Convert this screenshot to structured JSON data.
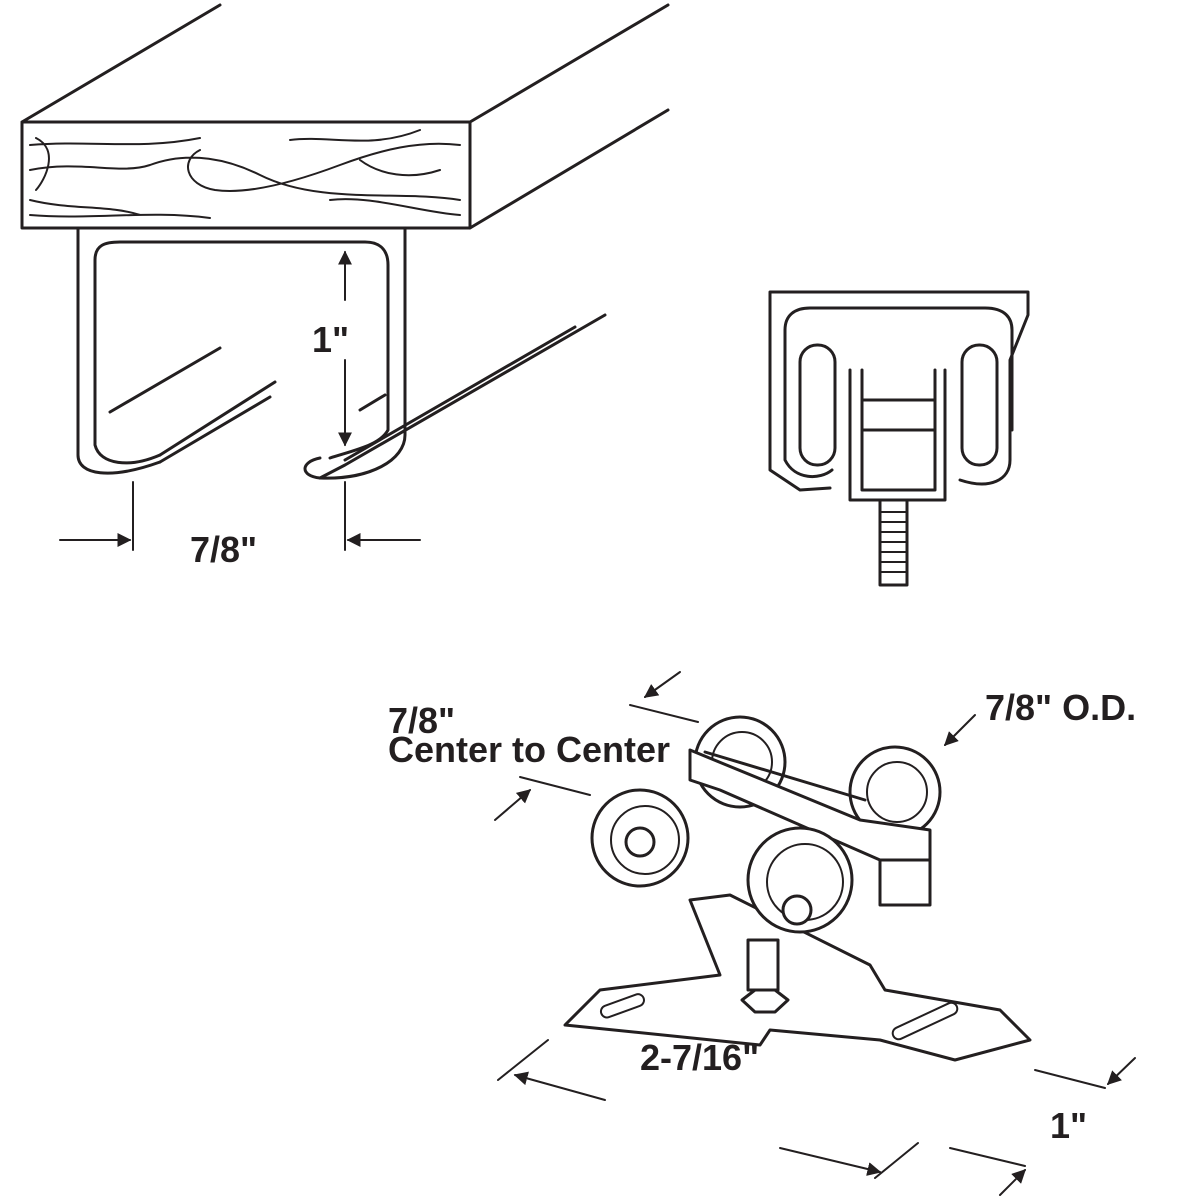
{
  "labels": {
    "track_height": "1\"",
    "track_opening": "7/8\"",
    "wheel_spacing_value": "7/8\"",
    "wheel_spacing_caption": "Center to Center",
    "wheel_diameter": "7/8\" O.D.",
    "bracket_length": "2-7/16\"",
    "bracket_width": "1\""
  },
  "colors": {
    "line": "#231f20",
    "background": "#ffffff"
  }
}
